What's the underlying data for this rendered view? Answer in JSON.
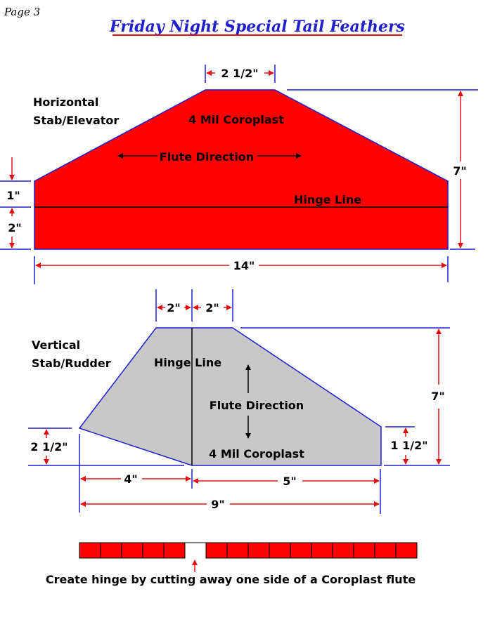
{
  "page_label": "Page 3",
  "title": "Friday Night Special Tail Feathers",
  "colors": {
    "title": "#1f1fcc",
    "stab_fill": "#ff0000",
    "rudder_fill": "#c8c8c8",
    "dim_blue": "#1f1fcc",
    "dim_red": "#e01010"
  },
  "horizontal": {
    "label_line1": "Horizontal",
    "label_line2": "Stab/Elevator",
    "material": "4 Mil Coroplast",
    "flute": "Flute Direction",
    "hinge": "Hinge Line",
    "dim_top": "2 1/2\"",
    "dim_height": "7\"",
    "dim_left_top": "1\"",
    "dim_left_bottom": "2\"",
    "dim_width": "14\""
  },
  "vertical": {
    "label_line1": "Vertical",
    "label_line2": "Stab/Rudder",
    "hinge": "Hinge Line",
    "flute": "Flute Direction",
    "material": "4 Mil Coroplast",
    "dim_top_left": "2\"",
    "dim_top_right": "2\"",
    "dim_height": "7\"",
    "dim_left": "2 1/2\"",
    "dim_right": "1 1/2\"",
    "dim_bottom_left": "4\"",
    "dim_bottom_right": "5\"",
    "dim_width": "9\""
  },
  "hinge_detail": {
    "caption": "Create hinge by cutting away one side of a Coroplast flute",
    "cell_count": 16,
    "gap_after": 5
  }
}
